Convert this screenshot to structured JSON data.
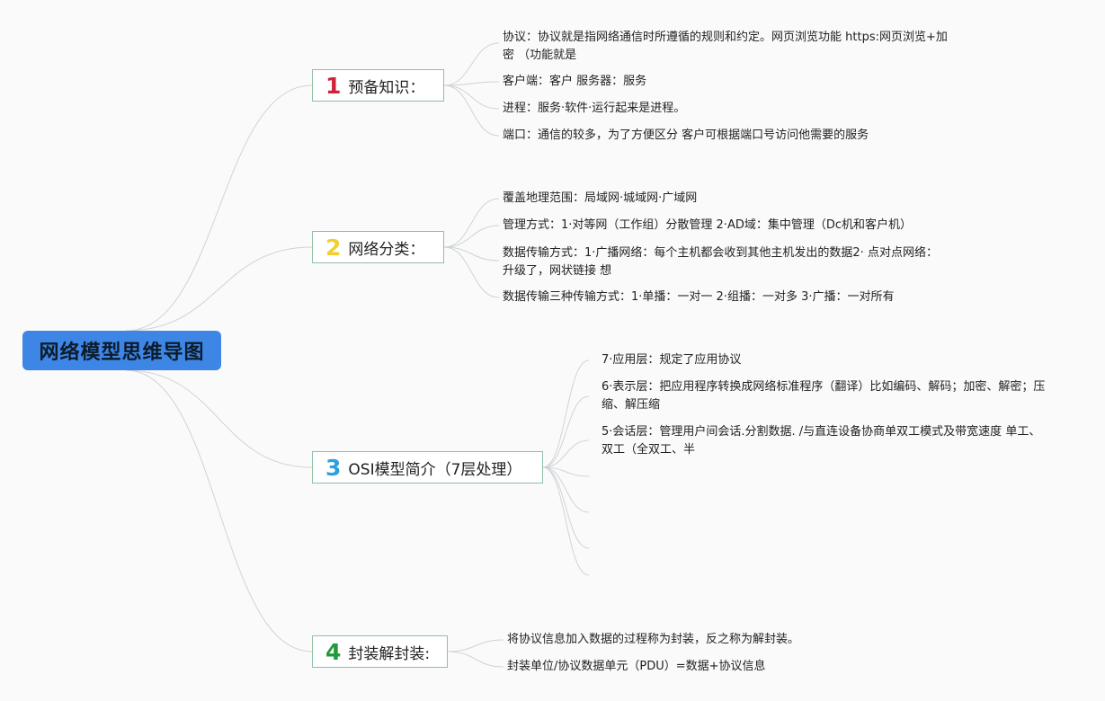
{
  "root": {
    "label": "网络模型思维导图"
  },
  "branches": [
    {
      "number": "1",
      "number_color": "#d0233b",
      "label": "预备知识：",
      "leaves": [
        "协议：协议就是指网络通信时所遵循的规则和约定。网页浏览功能 https:网页浏览+加密 （功能就是",
        "客户端：客户 服务器：服务",
        "进程：服务·软件·运行起来是进程。",
        "端口：通信的较多，为了方便区分 客户可根据端口号访问他需要的服务"
      ]
    },
    {
      "number": "2",
      "number_color": "#f2cf30",
      "label": "网络分类：",
      "leaves": [
        "覆盖地理范围：局域网·城域网·广域网",
        "管理方式：1·对等网（工作组）分散管理 2·AD域：集中管理（Dc机和客户机）",
        "数据传输方式：1·广播网络：每个主机都会收到其他主机发出的数据2· 点对点网络：升级了，网状链接 想",
        "数据传输三种传输方式：1·单播：一对一 2·组播：一对多 3·广播：一对所有"
      ]
    },
    {
      "number": "3",
      "number_color": "#2aa0e0",
      "label": "OSI模型简介（7层处理）",
      "leaves": [
        "7·应用层：规定了应用协议",
        "6·表示层：把应用程序转换成网络标准程序（翻译）比如编码、解码；加密、解密；压缩、解压缩",
        "5·会话层：管理用户间会话.分割数据. /与直连设备协商单双工模式及带宽速度 单工、双工（全双工、半",
        "",
        "",
        "",
        ""
      ]
    },
    {
      "number": "4",
      "number_color": "#1f9a3a",
      "label": "封装解封装:",
      "leaves": [
        "将协议信息加入数据的过程称为封装，反之称为解封装。",
        "封装单位/协议数据单元（PDU）=数据+协议信息"
      ]
    }
  ],
  "colors": {
    "root_fill": "#3d86e6",
    "branch_border": "#8fbfa5",
    "edge": "#cfd3d6"
  }
}
